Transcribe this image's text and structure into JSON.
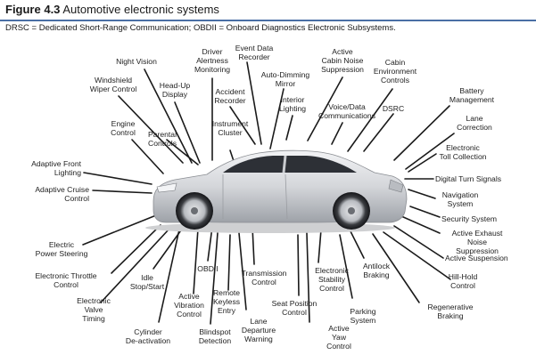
{
  "figure": {
    "number": "Figure 4.3",
    "title": "Automotive electronic systems",
    "caption": "DRSC = Dedicated Short-Range Communication; OBDII = Onboard Diagnostics Electronic Subsystems."
  },
  "labels": {
    "night_vision": "Night Vision",
    "driver_alertness": "Driver\nAlertness\nMonitoring",
    "event_data": "Event Data\nRecorder",
    "active_cabin_noise": "Active\nCabin Noise\nSuppression",
    "cabin_env": "Cabin\nEnvironment\nControls",
    "windshield_wiper": "Windshield\nWiper Control",
    "head_up": "Head-Up\nDisplay",
    "auto_dimming": "Auto-Dimming\nMirror",
    "accident_recorder": "Accident\nRecorder",
    "interior_lighting": "Interior\nLighting",
    "voice_data": "Voice/Data\nCommunications",
    "drsc": "DSRC",
    "battery": "Battery\nManagement",
    "engine_control": "Engine\nControl",
    "parental": "Parental\nControls",
    "instrument_cluster": "Instrument\nCluster",
    "lane_correction": "Lane\nCorrection",
    "electronic_toll": "Electronic\nToll Collection",
    "adaptive_front": "Adaptive Front\nLighting",
    "digital_turn": "Digital Turn Signals",
    "adaptive_cruise": "Adaptive Cruise\nControl",
    "navigation": "Navigation\nSystem",
    "security": "Security System",
    "active_exhaust": "Active Exhaust\nNoise Suppression",
    "electric_power_steering": "Electric\nPower Steering",
    "active_suspension": "Active Suspension",
    "electronic_throttle": "Electronic Throttle\nControl",
    "idle_stop": "Idle\nStop/Start",
    "obdii": "OBDII",
    "transmission": "Transmission\nControl",
    "electronic_stability": "Electronic\nStability\nControl",
    "antilock": "Antilock\nBraking",
    "hill_hold": "Hill-Hold\nControl",
    "electronic_valve": "Electronic\nValve\nTiming",
    "active_vibration": "Active\nVibration\nControl",
    "remote_keyless": "Remote\nKeyless\nEntry",
    "seat_position": "Seat Position\nControl",
    "parking": "Parking\nSystem",
    "regenerative": "Regenerative\nBraking",
    "cylinder": "Cylinder\nDe-activation",
    "blindspot": "Blindspot\nDetection",
    "lane_departure": "Lane\nDeparture\nWarning",
    "active_yaw": "Active\nYaw\nControl"
  },
  "colors": {
    "header_rule": "#4a6fa5",
    "car_body": "#d9dadc",
    "car_window": "#2a2d33",
    "lines": "#1a1a1a"
  }
}
